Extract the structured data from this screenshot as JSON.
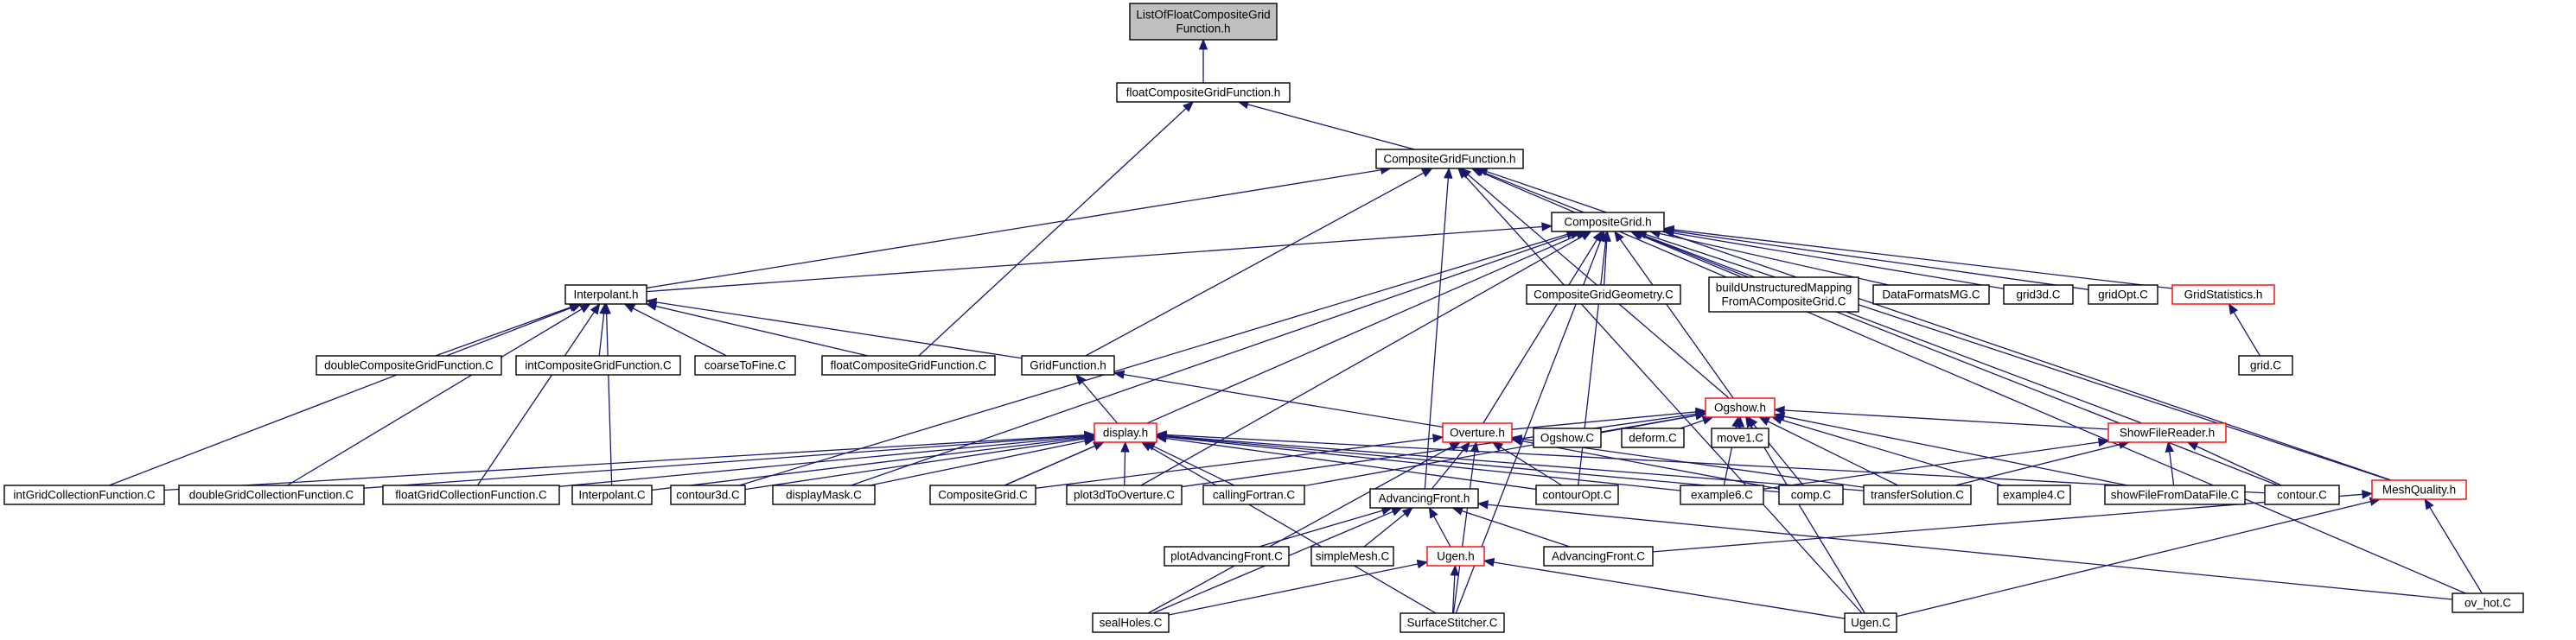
{
  "diagram": {
    "nodes": [
      {
        "id": "root",
        "lines": [
          "ListOfFloatCompositeGrid",
          "Function.h"
        ],
        "style": "root"
      },
      {
        "id": "fcgf_h",
        "lines": [
          "floatCompositeGridFunction.h"
        ]
      },
      {
        "id": "cgf_h",
        "lines": [
          "CompositeGridFunction.h"
        ]
      },
      {
        "id": "cg_h",
        "lines": [
          "CompositeGrid.h"
        ]
      },
      {
        "id": "interp_h",
        "lines": [
          "Interpolant.h"
        ]
      },
      {
        "id": "cgg_c",
        "lines": [
          "CompositeGridGeometry.C"
        ]
      },
      {
        "id": "bum_c",
        "lines": [
          "buildUnstructuredMapping",
          "FromACompositeGrid.C"
        ]
      },
      {
        "id": "dfmg_c",
        "lines": [
          "DataFormatsMG.C"
        ]
      },
      {
        "id": "grid3d_c",
        "lines": [
          "grid3d.C"
        ]
      },
      {
        "id": "gridopt_c",
        "lines": [
          "gridOpt.C"
        ]
      },
      {
        "id": "gstat_h",
        "lines": [
          "GridStatistics.h"
        ],
        "style": "red"
      },
      {
        "id": "grid_c",
        "lines": [
          "grid.C"
        ]
      },
      {
        "id": "dcgf_c",
        "lines": [
          "doubleCompositeGridFunction.C"
        ]
      },
      {
        "id": "icgf_c",
        "lines": [
          "intCompositeGridFunction.C"
        ]
      },
      {
        "id": "c2f_c",
        "lines": [
          "coarseToFine.C"
        ]
      },
      {
        "id": "fcgf_c",
        "lines": [
          "floatCompositeGridFunction.C"
        ]
      },
      {
        "id": "gf_h",
        "lines": [
          "GridFunction.h"
        ]
      },
      {
        "id": "ogshow_h",
        "lines": [
          "Ogshow.h"
        ],
        "style": "red"
      },
      {
        "id": "ogshow_c",
        "lines": [
          "Ogshow.C"
        ]
      },
      {
        "id": "deform_c",
        "lines": [
          "deform.C"
        ]
      },
      {
        "id": "move1_c",
        "lines": [
          "move1.C"
        ]
      },
      {
        "id": "sfr_h",
        "lines": [
          "ShowFileReader.h"
        ],
        "style": "red"
      },
      {
        "id": "display_h",
        "lines": [
          "display.h"
        ],
        "style": "red"
      },
      {
        "id": "overture_h",
        "lines": [
          "Overture.h"
        ],
        "style": "red"
      },
      {
        "id": "igcf_c",
        "lines": [
          "intGridCollectionFunction.C"
        ]
      },
      {
        "id": "dgcf_c",
        "lines": [
          "doubleGridCollectionFunction.C"
        ]
      },
      {
        "id": "fgcf_c",
        "lines": [
          "floatGridCollectionFunction.C"
        ]
      },
      {
        "id": "interp_c",
        "lines": [
          "Interpolant.C"
        ]
      },
      {
        "id": "contour3d_c",
        "lines": [
          "contour3d.C"
        ]
      },
      {
        "id": "dmask_c",
        "lines": [
          "displayMask.C"
        ]
      },
      {
        "id": "cg_c",
        "lines": [
          "CompositeGrid.C"
        ]
      },
      {
        "id": "p3d_c",
        "lines": [
          "plot3dToOverture.C"
        ]
      },
      {
        "id": "cf_c",
        "lines": [
          "callingFortran.C"
        ]
      },
      {
        "id": "copt_c",
        "lines": [
          "contourOpt.C"
        ]
      },
      {
        "id": "ex6_c",
        "lines": [
          "example6.C"
        ]
      },
      {
        "id": "comp_c",
        "lines": [
          "comp.C"
        ]
      },
      {
        "id": "ts_c",
        "lines": [
          "transferSolution.C"
        ]
      },
      {
        "id": "ex4_c",
        "lines": [
          "example4.C"
        ]
      },
      {
        "id": "sffdf_c",
        "lines": [
          "showFileFromDataFile.C"
        ]
      },
      {
        "id": "contour_c",
        "lines": [
          "contour.C"
        ]
      },
      {
        "id": "mq_h",
        "lines": [
          "MeshQuality.h"
        ],
        "style": "red"
      },
      {
        "id": "af_h",
        "lines": [
          "AdvancingFront.h"
        ]
      },
      {
        "id": "paf_c",
        "lines": [
          "plotAdvancingFront.C"
        ]
      },
      {
        "id": "sm_c",
        "lines": [
          "simpleMesh.C"
        ]
      },
      {
        "id": "ugen_h",
        "lines": [
          "Ugen.h"
        ],
        "style": "red"
      },
      {
        "id": "af_c",
        "lines": [
          "AdvancingFront.C"
        ]
      },
      {
        "id": "ovhot_c",
        "lines": [
          "ov_hot.C"
        ]
      },
      {
        "id": "seal_c",
        "lines": [
          "sealHoles.C"
        ]
      },
      {
        "id": "ss_c",
        "lines": [
          "SurfaceStitcher.C"
        ]
      },
      {
        "id": "ugen_c",
        "lines": [
          "Ugen.C"
        ]
      }
    ],
    "edges": [
      [
        "fcgf_h",
        "root"
      ],
      [
        "cgf_h",
        "fcgf_h"
      ],
      [
        "cg_h",
        "cgf_h"
      ],
      [
        "interp_h",
        "cgf_h"
      ],
      [
        "gf_h",
        "cgf_h"
      ],
      [
        "ogshow_h",
        "cgf_h"
      ],
      [
        "af_h",
        "cgf_h"
      ],
      [
        "mq_h",
        "cgf_h"
      ],
      [
        "ovhot_c",
        "cgf_h"
      ],
      [
        "ugen_c",
        "cgf_h"
      ],
      [
        "fcgf_c",
        "fcgf_h"
      ],
      [
        "interp_h",
        "cg_h"
      ],
      [
        "cgg_c",
        "cg_h"
      ],
      [
        "bum_c",
        "cg_h"
      ],
      [
        "dfmg_c",
        "cg_h"
      ],
      [
        "grid3d_c",
        "cg_h"
      ],
      [
        "gridopt_c",
        "cg_h"
      ],
      [
        "gstat_h",
        "cg_h"
      ],
      [
        "ogshow_h",
        "cg_h"
      ],
      [
        "overture_h",
        "cg_h"
      ],
      [
        "sfr_h",
        "cg_h"
      ],
      [
        "mq_h",
        "cg_h"
      ],
      [
        "contour_c",
        "cg_h"
      ],
      [
        "contour3d_c",
        "cg_h"
      ],
      [
        "dmask_c",
        "cg_h"
      ],
      [
        "p3d_c",
        "cg_h"
      ],
      [
        "copt_c",
        "cg_h"
      ],
      [
        "ss_c",
        "cg_h"
      ],
      [
        "cg_c",
        "cg_h"
      ],
      [
        "grid_c",
        "gstat_h"
      ],
      [
        "dcgf_c",
        "interp_h"
      ],
      [
        "icgf_c",
        "interp_h"
      ],
      [
        "c2f_c",
        "interp_h"
      ],
      [
        "fcgf_c",
        "interp_h"
      ],
      [
        "gf_h",
        "interp_h"
      ],
      [
        "igcf_c",
        "interp_h"
      ],
      [
        "dgcf_c",
        "interp_h"
      ],
      [
        "fgcf_c",
        "interp_h"
      ],
      [
        "interp_c",
        "interp_h"
      ],
      [
        "display_h",
        "gf_h"
      ],
      [
        "overture_h",
        "gf_h"
      ],
      [
        "ogshow_c",
        "ogshow_h"
      ],
      [
        "deform_c",
        "ogshow_h"
      ],
      [
        "move1_c",
        "ogshow_h"
      ],
      [
        "sfr_h",
        "ogshow_h"
      ],
      [
        "overture_h",
        "ogshow_h"
      ],
      [
        "ex6_c",
        "ogshow_h"
      ],
      [
        "comp_c",
        "ogshow_h"
      ],
      [
        "ts_c",
        "ogshow_h"
      ],
      [
        "ex4_c",
        "ogshow_h"
      ],
      [
        "sffdf_c",
        "ogshow_h"
      ],
      [
        "cf_c",
        "ogshow_h"
      ],
      [
        "ugen_c",
        "ogshow_h"
      ],
      [
        "p3d_c",
        "ogshow_h"
      ],
      [
        "ex6_c",
        "sfr_h"
      ],
      [
        "ts_c",
        "sfr_h"
      ],
      [
        "sffdf_c",
        "sfr_h"
      ],
      [
        "contour_c",
        "sfr_h"
      ],
      [
        "igcf_c",
        "display_h"
      ],
      [
        "dgcf_c",
        "display_h"
      ],
      [
        "fgcf_c",
        "display_h"
      ],
      [
        "interp_c",
        "display_h"
      ],
      [
        "contour3d_c",
        "display_h"
      ],
      [
        "dmask_c",
        "display_h"
      ],
      [
        "cg_c",
        "display_h"
      ],
      [
        "p3d_c",
        "display_h"
      ],
      [
        "cf_c",
        "display_h"
      ],
      [
        "copt_c",
        "display_h"
      ],
      [
        "ex6_c",
        "display_h"
      ],
      [
        "comp_c",
        "display_h"
      ],
      [
        "ts_c",
        "display_h"
      ],
      [
        "contour_c",
        "display_h"
      ],
      [
        "ss_c",
        "display_h"
      ],
      [
        "copt_c",
        "overture_h"
      ],
      [
        "comp_c",
        "overture_h"
      ],
      [
        "ts_c",
        "overture_h"
      ],
      [
        "cg_c",
        "overture_h"
      ],
      [
        "seal_c",
        "overture_h"
      ],
      [
        "ss_c",
        "overture_h"
      ],
      [
        "af_h",
        "overture_h"
      ],
      [
        "paf_c",
        "af_h"
      ],
      [
        "sm_c",
        "af_h"
      ],
      [
        "ugen_h",
        "af_h"
      ],
      [
        "af_c",
        "af_h"
      ],
      [
        "seal_c",
        "af_h"
      ],
      [
        "ovhot_c",
        "af_h"
      ],
      [
        "seal_c",
        "ugen_h"
      ],
      [
        "ss_c",
        "ugen_h"
      ],
      [
        "ugen_c",
        "ugen_h"
      ],
      [
        "ovhot_c",
        "mq_h"
      ],
      [
        "af_c",
        "mq_h"
      ],
      [
        "ugen_c",
        "mq_h"
      ]
    ]
  }
}
